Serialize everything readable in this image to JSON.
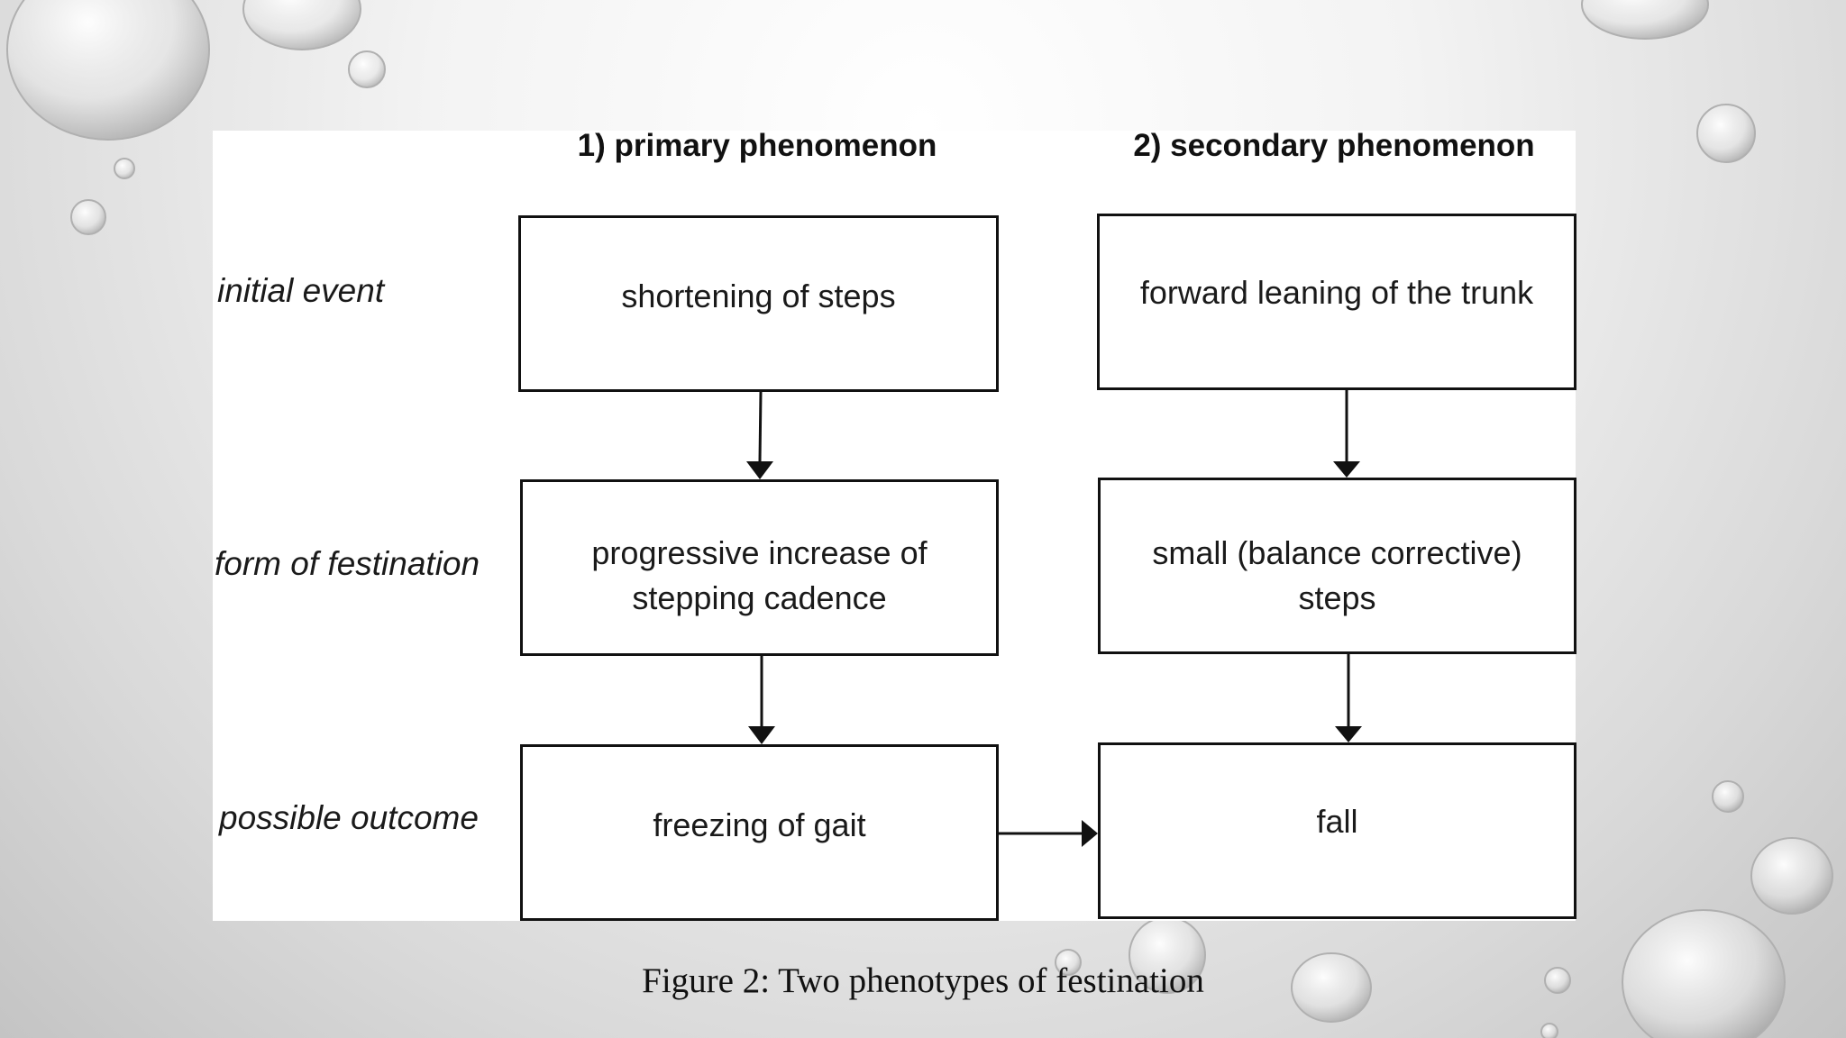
{
  "diagram": {
    "column_headers": [
      "1) primary phenomenon",
      "2) secondary phenomenon"
    ],
    "row_labels": [
      "initial event",
      "form of festination",
      "possible outcome"
    ],
    "primary": {
      "initial": "shortening of steps",
      "form_line1": "progressive increase of",
      "form_line2": "stepping cadence",
      "outcome": "freezing of gait"
    },
    "secondary": {
      "initial": "forward leaning of the trunk",
      "form": "small (balance corrective) steps",
      "outcome": "fall"
    },
    "edges": [
      {
        "from": "shortening of steps",
        "to": "progressive increase of stepping cadence"
      },
      {
        "from": "progressive increase of stepping cadence",
        "to": "freezing of gait"
      },
      {
        "from": "forward leaning of the trunk",
        "to": "small (balance corrective) steps"
      },
      {
        "from": "small (balance corrective) steps",
        "to": "fall"
      },
      {
        "from": "freezing of gait",
        "to": "fall"
      }
    ]
  },
  "caption": "Figure 2: Two phenotypes of festination",
  "colors": {
    "line": "#111111",
    "panel": "#ffffff"
  }
}
